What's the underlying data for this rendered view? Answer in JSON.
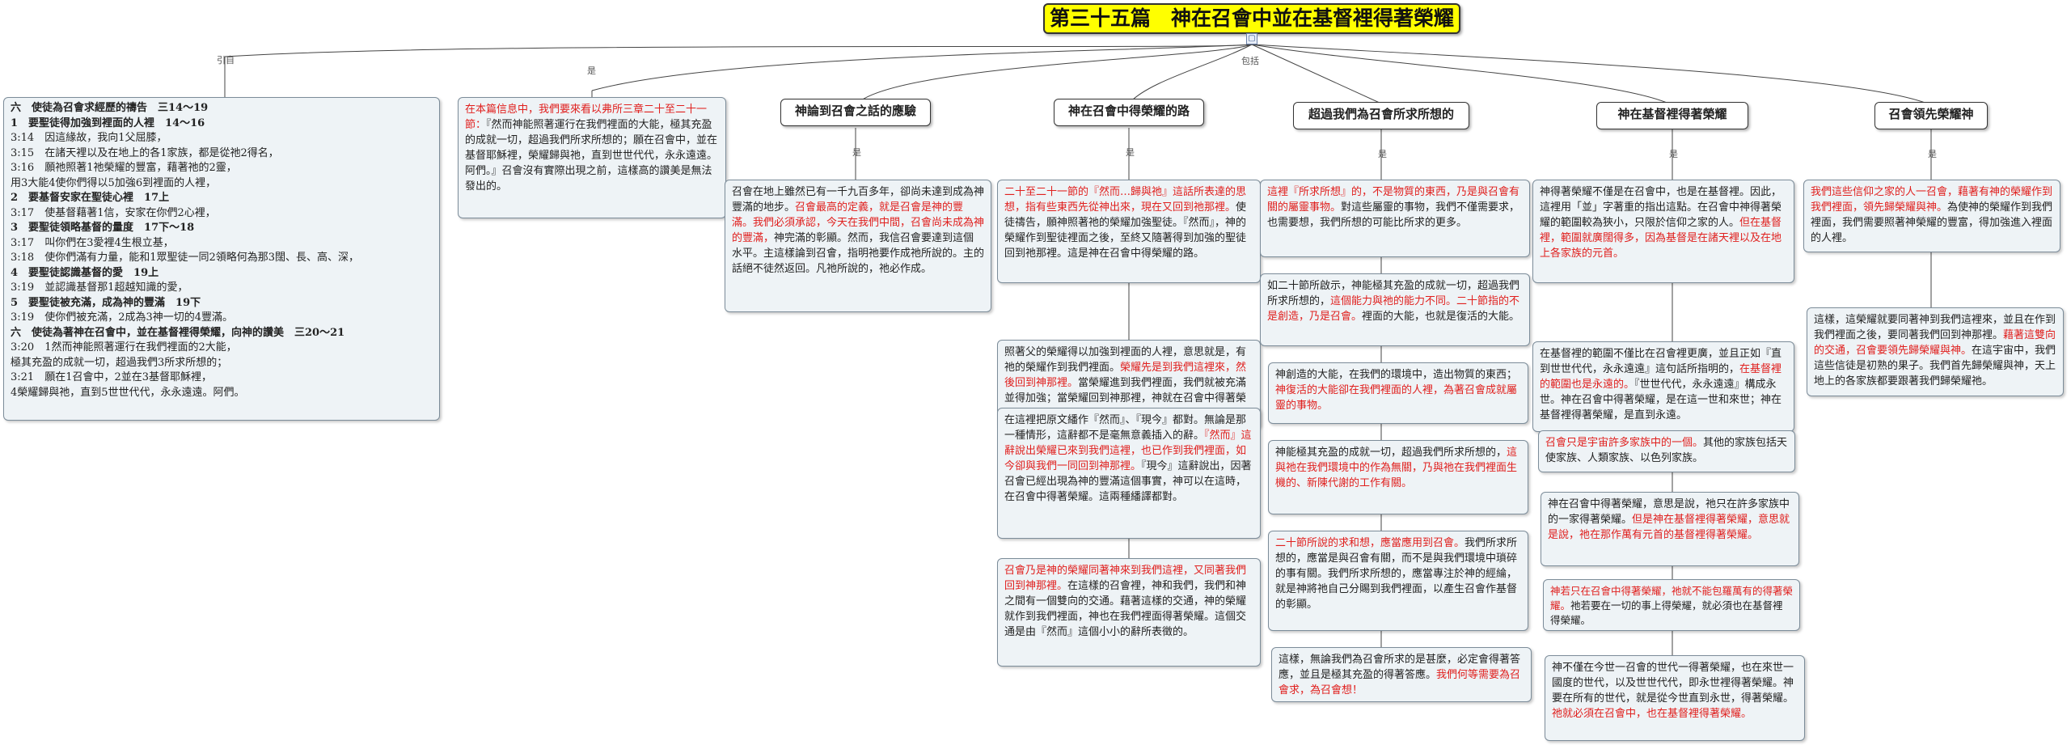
{
  "root": {
    "title": "第三十五篇　神在召會中並在基督裡得著榮耀",
    "icon": "mindmap-collapse-icon"
  },
  "edge_labels": {
    "ref": "引自",
    "is": "是",
    "includes": "包括"
  },
  "quote": {
    "lines": [
      {
        "text": "六　使徒為召會求經歷的禱告　三14～19",
        "bold": true
      },
      {
        "text": "1　要聖徒得加強到裡面的人裡　14～16",
        "bold": true
      },
      {
        "text": "3:14　因這緣故，我向1父屈膝，",
        "bold": false
      },
      {
        "text": "3:15　在諸天裡以及在地上的各1家族，都是從祂2得名，",
        "bold": false
      },
      {
        "text": "3:16　願祂照著1祂榮耀的豐富，藉著祂的2靈，",
        "bold": false
      },
      {
        "text": "用3大能4使你們得以5加強6到裡面的人裡，",
        "bold": false
      },
      {
        "text": "2　要基督安家在聖徒心裡　17上",
        "bold": true
      },
      {
        "text": "3:17　使基督藉著1信，安家在你們2心裡，",
        "bold": false
      },
      {
        "text": "3　要聖徒領略基督的量度　17下～18",
        "bold": true
      },
      {
        "text": "3:17　叫你們在3愛裡4生根立基，",
        "bold": false
      },
      {
        "text": "3:18　使你們滿有力量，能和1眾聖徒一同2領略何為那3闊、長、高、深，",
        "bold": false
      },
      {
        "text": "4　要聖徒認識基督的愛　19上",
        "bold": true
      },
      {
        "text": "3:19　並認識基督那1超越知識的愛，",
        "bold": false
      },
      {
        "text": "5　要聖徒被充滿，成為神的豐滿　19下",
        "bold": true
      },
      {
        "text": "3:19　使你們被充滿，2成為3神一切的4豐滿。",
        "bold": false
      },
      {
        "text": "六　使徒為著神在召會中，並在基督裡得榮耀，向神的讚美　三20～21",
        "bold": true
      },
      {
        "text": "3:20　1然而神能照著運行在我們裡面的2大能，",
        "bold": false
      },
      {
        "text": "極其充盈的成就一切，超過我們3所求所想的；",
        "bold": false
      },
      {
        "text": "3:21　願在1召會中，2並在3基督耶穌裡，",
        "bold": false
      },
      {
        "text": "4榮耀歸與祂，直到5世世代代，永永遠遠。阿們。",
        "bold": false
      }
    ]
  },
  "intro": {
    "parts": [
      {
        "t": "在本篇信息中，我們要來看以弗所三章二十至二十一節：",
        "red": true
      },
      {
        "t": "『然而神能照著運行在我們裡面的大能，極其充盈的成就一切，超過我們所求所想的；願在召會中，並在基督耶穌裡，榮耀歸與祂，直到世世代代，永永遠遠。阿們。』召會沒有實際出現之前，這樣高的讚美是無法發出的。",
        "red": false
      }
    ]
  },
  "columns": [
    {
      "topic": "神論到召會之話的應驗",
      "boxes": [
        {
          "parts": [
            {
              "t": "召會在地上雖然已有一千九百多年，卻尚未達到成為神豐滿的地步。",
              "red": false
            },
            {
              "t": "召會最高的定義，就是召會是神的豐滿。我們必須承認，今天在我們中間，召會尚未成為神的豐滿，",
              "red": true
            },
            {
              "t": "神完滿的彰顯。然而，我信召會要達到這個水平。主這樣論到召會，指明祂要作成祂所說的。主的話絕不徒然返回。凡祂所說的，祂必作成。",
              "red": false
            }
          ]
        }
      ]
    },
    {
      "topic": "神在召會中得榮耀的路",
      "boxes": [
        {
          "parts": [
            {
              "t": "二十至二十一節的『然而…歸與祂』這話所表達的思想，指有些東西先從神出來，現在又回到祂那裡。",
              "red": true
            },
            {
              "t": "使徒禱告，願神照著祂的榮耀加強聖徒。『然而』，神的榮耀作到聖徒裡面之後，至終又隨著得到加強的聖徒回到祂那裡。這是神在召會中得榮耀的路。",
              "red": false
            }
          ]
        },
        {
          "parts": [
            {
              "t": "照著父的榮耀得以加強到裡面的人裡，意思就是，有祂的榮耀作到我們裡面。",
              "red": false
            },
            {
              "t": "榮耀先是到我們這裡來，然後回到神那裡。",
              "red": true
            },
            {
              "t": "當榮耀進到我們裡面，我們就被充滿並得加強；當榮耀回到神那裡，神就在召會中得著榮耀。",
              "red": false
            }
          ]
        },
        {
          "parts": [
            {
              "t": "在這裡把原文繙作『然而』、『現今』都對。無論是那一種情形，這辭都不是毫無意義插入的辭。",
              "red": false
            },
            {
              "t": "『然而』這辭說出榮耀已來到我們這裡，也已作到我們裡面，如今卻與我們一同回到神那裡。",
              "red": true
            },
            {
              "t": "『現今』這辭說出，因著召會已經出現為神的豐滿這個事實，神可以在這時，在召會中得著榮耀。這兩種繙譯都對。",
              "red": false
            }
          ]
        },
        {
          "parts": [
            {
              "t": "召會乃是神的榮耀同著神來到我們這裡，又同著我們回到神那裡。",
              "red": true
            },
            {
              "t": "在這樣的召會裡，神和我們，我們和神之間有一個雙向的交通。藉著這樣的交通，神的榮耀就作到我們裡面，神也在我們裡面得著榮耀。這個交通是由『然而』這個小小的辭所表徵的。",
              "red": false
            }
          ]
        }
      ]
    },
    {
      "topic": "超過我們為召會所求所想的",
      "boxes": [
        {
          "parts": [
            {
              "t": "這裡『所求所想』的，不是物質的東西，乃是與召會有關的屬靈事物。",
              "red": true
            },
            {
              "t": "對這些屬靈的事物，我們不僅需要求，也需要想，我們所想的可能比所求的更多。",
              "red": false
            }
          ]
        },
        {
          "parts": [
            {
              "t": "如二十節所啟示，神能極其充盈的成就一切，超過我們所求所想的，",
              "red": false
            },
            {
              "t": "這個能力與祂的能力不同。二十節指的不是創造，乃是召會。",
              "red": true
            },
            {
              "t": "裡面的大能，也就是復活的大能。",
              "red": false
            }
          ]
        },
        {
          "parts": [
            {
              "t": "神創造的大能，在我們的環境中，造出物質的東西；",
              "red": false
            },
            {
              "t": "神復活的大能卻在我們裡面的人裡，為著召會成就屬靈的事物。",
              "red": true
            }
          ]
        },
        {
          "parts": [
            {
              "t": "神能極其充盈的成就一切，超過我們所求所想的，",
              "red": false
            },
            {
              "t": "這與祂在我們環境中的作為無關，乃與祂在我們裡面生機的、新陳代謝的工作有關。",
              "red": true
            }
          ]
        },
        {
          "parts": [
            {
              "t": "二十節所說的求和想，應當應用到召會。",
              "red": true
            },
            {
              "t": "我們所求所想的，應當是與召會有關，而不是與我們環境中瑣碎的事有關。我們所求所想的，應當專注於神的經綸，就是神將祂自己分賜到我們裡面，以產生召會作基督的彰顯。",
              "red": false
            }
          ]
        },
        {
          "parts": [
            {
              "t": "這樣，無論我們為召會所求的是甚麼，必定會得著答應，並且是極其充盈的得著答應。",
              "red": false
            },
            {
              "t": "我們何等需要為召會求，為召會想！",
              "red": true
            }
          ]
        }
      ]
    },
    {
      "topic": "神在基督裡得著榮耀",
      "boxes": [
        {
          "parts": [
            {
              "t": "神得著榮耀不僅是在召會中，也是在基督裡。因此，這裡用「並」字著重的指出這點。在召會中神得著榮耀的範圍較為狹小，只限於信仰之家的人。",
              "red": false
            },
            {
              "t": "但在基督裡，範圍就廣闊得多，因為基督是在諸天裡以及在地上各家族的元首。",
              "red": true
            }
          ]
        },
        {
          "parts": [
            {
              "t": "在基督裡的範圍不僅比在召會裡更廣，並且正如『直到世世代代，永永遠遠』這句話所指明的，",
              "red": false
            },
            {
              "t": "在基督裡的範圍也是永遠的。",
              "red": true
            },
            {
              "t": "『世世代代，永永遠遠』構成永世。神在召會中得著榮耀，是在這一世和來世；神在基督裡得著榮耀，是直到永遠。",
              "red": false
            }
          ]
        },
        {
          "parts": [
            {
              "t": "召會只是宇宙許多家族中的一個。",
              "red": true
            },
            {
              "t": "其他的家族包括天使家族、人類家族、以色列家族。",
              "red": false
            }
          ]
        },
        {
          "parts": [
            {
              "t": "神在召會中得著榮耀，意思是說，祂只在許多家族中的一家得著榮耀。",
              "red": false
            },
            {
              "t": "但是神在基督裡得著榮耀，意思就是說，祂在那作萬有元首的基督裡得著榮耀。",
              "red": true
            }
          ]
        },
        {
          "parts": [
            {
              "t": "神若只在召會中得著榮耀，祂就不能包羅萬有的得著榮耀。",
              "red": true
            },
            {
              "t": "祂若要在一切的事上得榮耀，就必須也在基督裡得榮耀。",
              "red": false
            }
          ]
        },
        {
          "parts": [
            {
              "t": "神不僅在今世一召會的世代一得著榮耀，也在來世一國度的世代，以及世世代代，即永世裡得著榮耀。神要在所有的世代，就是從今世直到永世，得著榮耀。",
              "red": false
            },
            {
              "t": "祂就必須在召會中，也在基督裡得著榮耀。",
              "red": true
            }
          ]
        }
      ]
    },
    {
      "topic": "召會領先榮耀神",
      "boxes": [
        {
          "parts": [
            {
              "t": "我們這些信仰之家的人一召會，藉著有神的榮耀作到我們裡面，領先歸榮耀與神。",
              "red": true
            },
            {
              "t": "為使神的榮耀作到我們裡面，我們需要照著神榮耀的豐富，得加強進入裡面的人裡。",
              "red": false
            }
          ]
        },
        {
          "parts": [
            {
              "t": "這樣，這榮耀就要同著神到我們這裡來，並且在作到我們裡面之後，要同著我們回到神那裡。",
              "red": false
            },
            {
              "t": "藉著這雙向的交通，召會要領先歸榮耀與神。",
              "red": true
            },
            {
              "t": "在這宇宙中，我們這些信徒是初熟的果子。我們首先歸榮耀與神，天上地上的各家族都要跟著我們歸榮耀祂。",
              "red": false
            }
          ]
        }
      ]
    }
  ]
}
